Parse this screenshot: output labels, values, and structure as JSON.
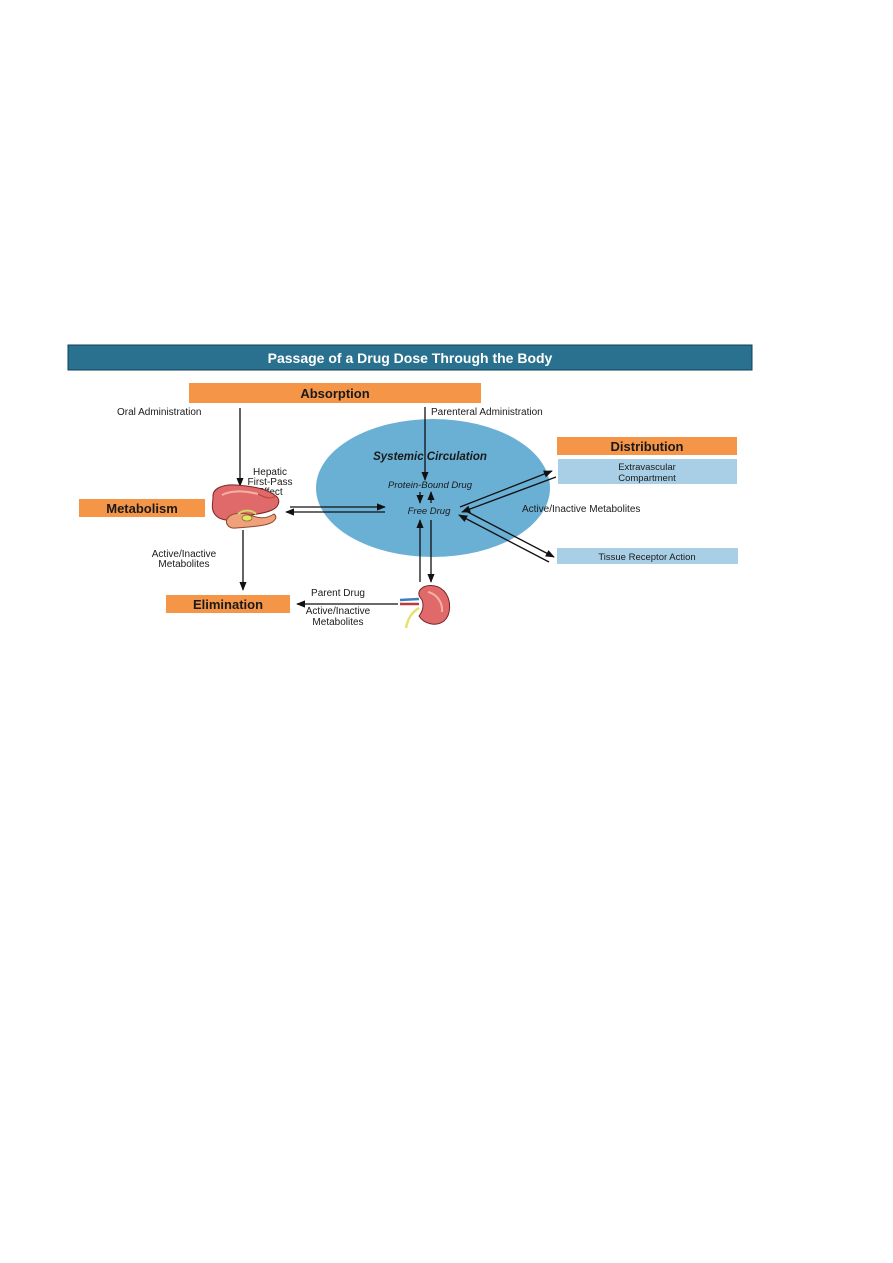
{
  "title": "Passage of a Drug Dose Through the Body",
  "colors": {
    "title_bar": "#2a7190",
    "title_bar_border": "#0f3f56",
    "stage_box": "#f49548",
    "info_box": "#a9cfe6",
    "circulation": "#6aafd4",
    "organ": "#e06a6a"
  },
  "stages": {
    "absorption": "Absorption",
    "distribution": "Distribution",
    "metabolism": "Metabolism",
    "elimination": "Elimination"
  },
  "circulation": {
    "title": "Systemic Circulation",
    "protein_bound": "Protein-Bound Drug",
    "free_drug": "Free Drug"
  },
  "labels": {
    "oral_administration": "Oral Administration",
    "parenteral_administration": "Parenteral Administration",
    "hepatic_line1": "Hepatic",
    "hepatic_line2": "First-Pass",
    "hepatic_line3": "Effect",
    "metabolites_left_line1": "Active/Inactive",
    "metabolites_left_line2": "Metabolites",
    "parent_drug": "Parent Drug",
    "metabolites_kidney_line1": "Active/Inactive",
    "metabolites_kidney_line2": "Metabolites",
    "metabolites_right": "Active/Inactive Metabolites"
  },
  "targets": {
    "extravascular_line1": "Extravascular",
    "extravascular_line2": "Compartment",
    "tissue_receptor": "Tissue Receptor Action"
  },
  "icons": {
    "liver": "liver-icon",
    "kidney": "kidney-icon"
  }
}
